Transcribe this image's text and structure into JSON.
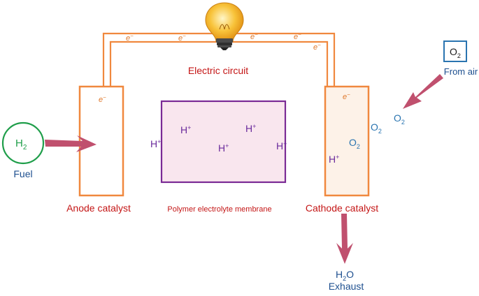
{
  "colors": {
    "wire": "#f0883e",
    "membrane_fill": "#f9e6ee",
    "membrane_stroke": "#7a2a95",
    "arrow": "#c0506e",
    "label_red": "#c41616",
    "label_blue": "#1d4f8f",
    "h2_green": "#1f9e4a",
    "o2_box": "#2a74b0"
  },
  "labels": {
    "electric_circuit": "Electric circuit",
    "anode": "Anode catalyst",
    "cathode": "Cathode catalyst",
    "membrane": "Polymer electrolyte membrane",
    "fuel": "Fuel",
    "from_air": "From air",
    "exhaust": "Exhaust"
  },
  "electron": {
    "base": "e",
    "sup": "−"
  },
  "hydrogen_ion": {
    "base": "H",
    "sup": "+"
  },
  "h2": {
    "base": "H",
    "sub": "2"
  },
  "o2": {
    "base": "O",
    "sub": "2"
  },
  "h2o": {
    "h": "H",
    "sub": "2",
    "o": "O"
  },
  "icons": {
    "bulb": "light-bulb-icon",
    "arrows": "arrow-icon"
  }
}
